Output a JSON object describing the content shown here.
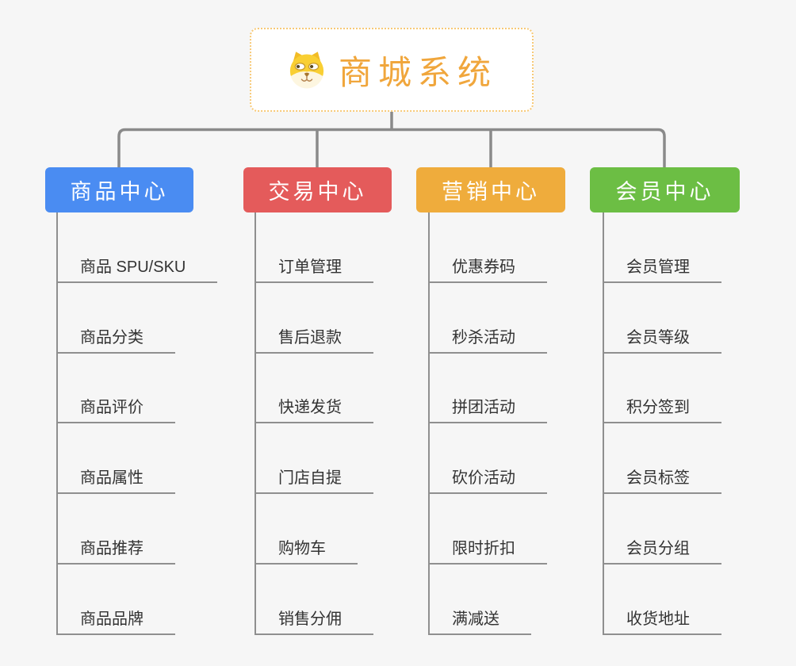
{
  "root": {
    "title": "商城系统",
    "icon": "doge-icon",
    "title_color": "#F0A63C",
    "border_color": "#F7C977"
  },
  "connector_color": "#8A8A8A",
  "branches": [
    {
      "label": "商品中心",
      "color": "#4A8CF2",
      "items": [
        "商品 SPU/SKU",
        "商品分类",
        "商品评价",
        "商品属性",
        "商品推荐",
        "商品品牌"
      ]
    },
    {
      "label": "交易中心",
      "color": "#E45B5B",
      "items": [
        "订单管理",
        "售后退款",
        "快递发货",
        "门店自提",
        "购物车",
        "销售分佣"
      ]
    },
    {
      "label": "营销中心",
      "color": "#EFAC3C",
      "items": [
        "优惠券码",
        "秒杀活动",
        "拼团活动",
        "砍价活动",
        "限时折扣",
        "满减送"
      ]
    },
    {
      "label": "会员中心",
      "color": "#6CBE44",
      "items": [
        "会员管理",
        "会员等级",
        "积分签到",
        "会员标签",
        "会员分组",
        "收货地址"
      ]
    }
  ]
}
